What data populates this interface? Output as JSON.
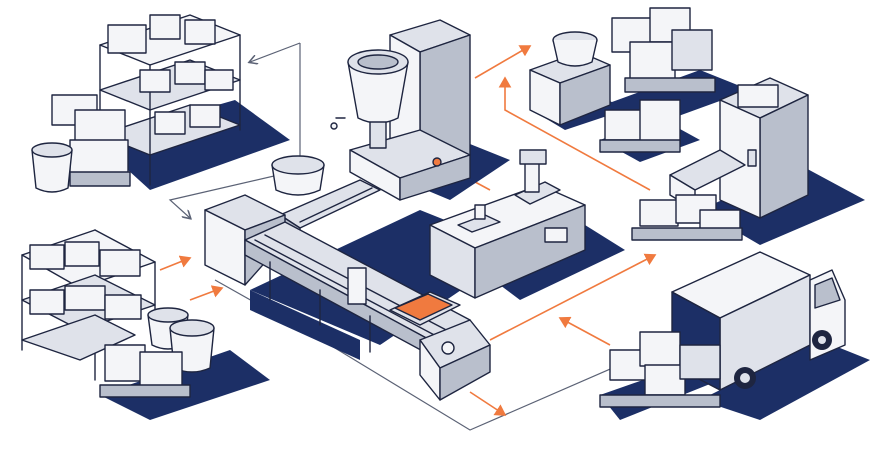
{
  "palette": {
    "background": "#ffffff",
    "outline": "#1e2540",
    "shadow": "#1c2f66",
    "surface_light": "#f4f5f8",
    "surface_mid": "#dfe2ea",
    "surface_dark": "#b9bfcc",
    "accent": "#f07a3f",
    "flow_line": "#5b6275"
  },
  "stations": [
    {
      "id": "raw-material-storage-top",
      "icon": "shelving-boxes-buckets-icon"
    },
    {
      "id": "raw-material-storage-bottom",
      "icon": "shelving-boxes-buckets-icon"
    },
    {
      "id": "mixing-hopper",
      "icon": "hopper-mixer-icon"
    },
    {
      "id": "production-line",
      "icon": "conveyor-line-icon"
    },
    {
      "id": "quality-control-bench",
      "icon": "inspection-bench-icon"
    },
    {
      "id": "finished-goods-shelf",
      "icon": "boxes-bowls-icon"
    },
    {
      "id": "packaging-machine",
      "icon": "packaging-machine-icon"
    },
    {
      "id": "delivery-truck",
      "icon": "truck-icon"
    }
  ],
  "flow": {
    "accent_arrows": 9,
    "return_loops": 2
  }
}
